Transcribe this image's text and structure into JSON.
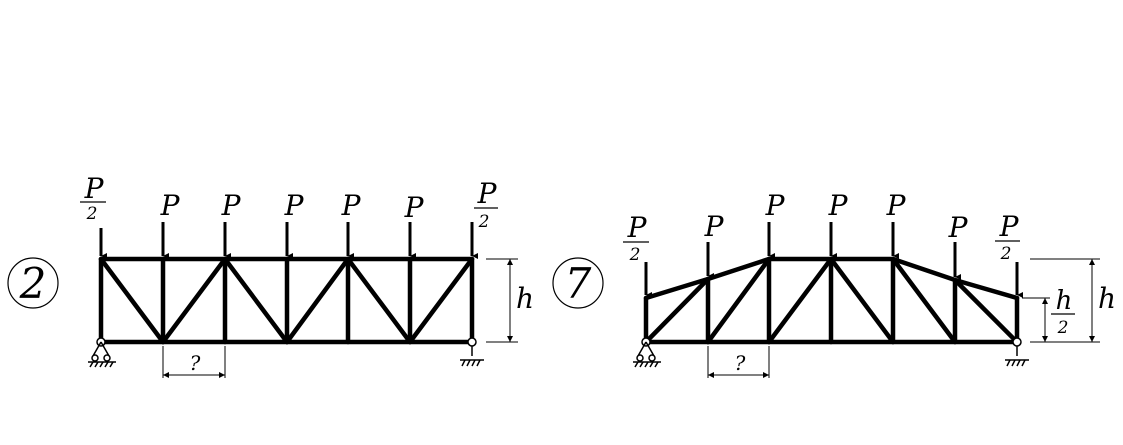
{
  "diagrams": [
    {
      "number": "2",
      "load_symbol": "P",
      "end_load_numerator": "P",
      "end_load_denominator": "2",
      "height_label": "h",
      "unknown_label": "?"
    },
    {
      "number": "7",
      "load_symbol": "P",
      "end_load_numerator": "P",
      "end_load_denominator": "2",
      "height_label": "h",
      "half_height_numerator": "h",
      "half_height_denominator": "2",
      "unknown_label": "?"
    }
  ]
}
